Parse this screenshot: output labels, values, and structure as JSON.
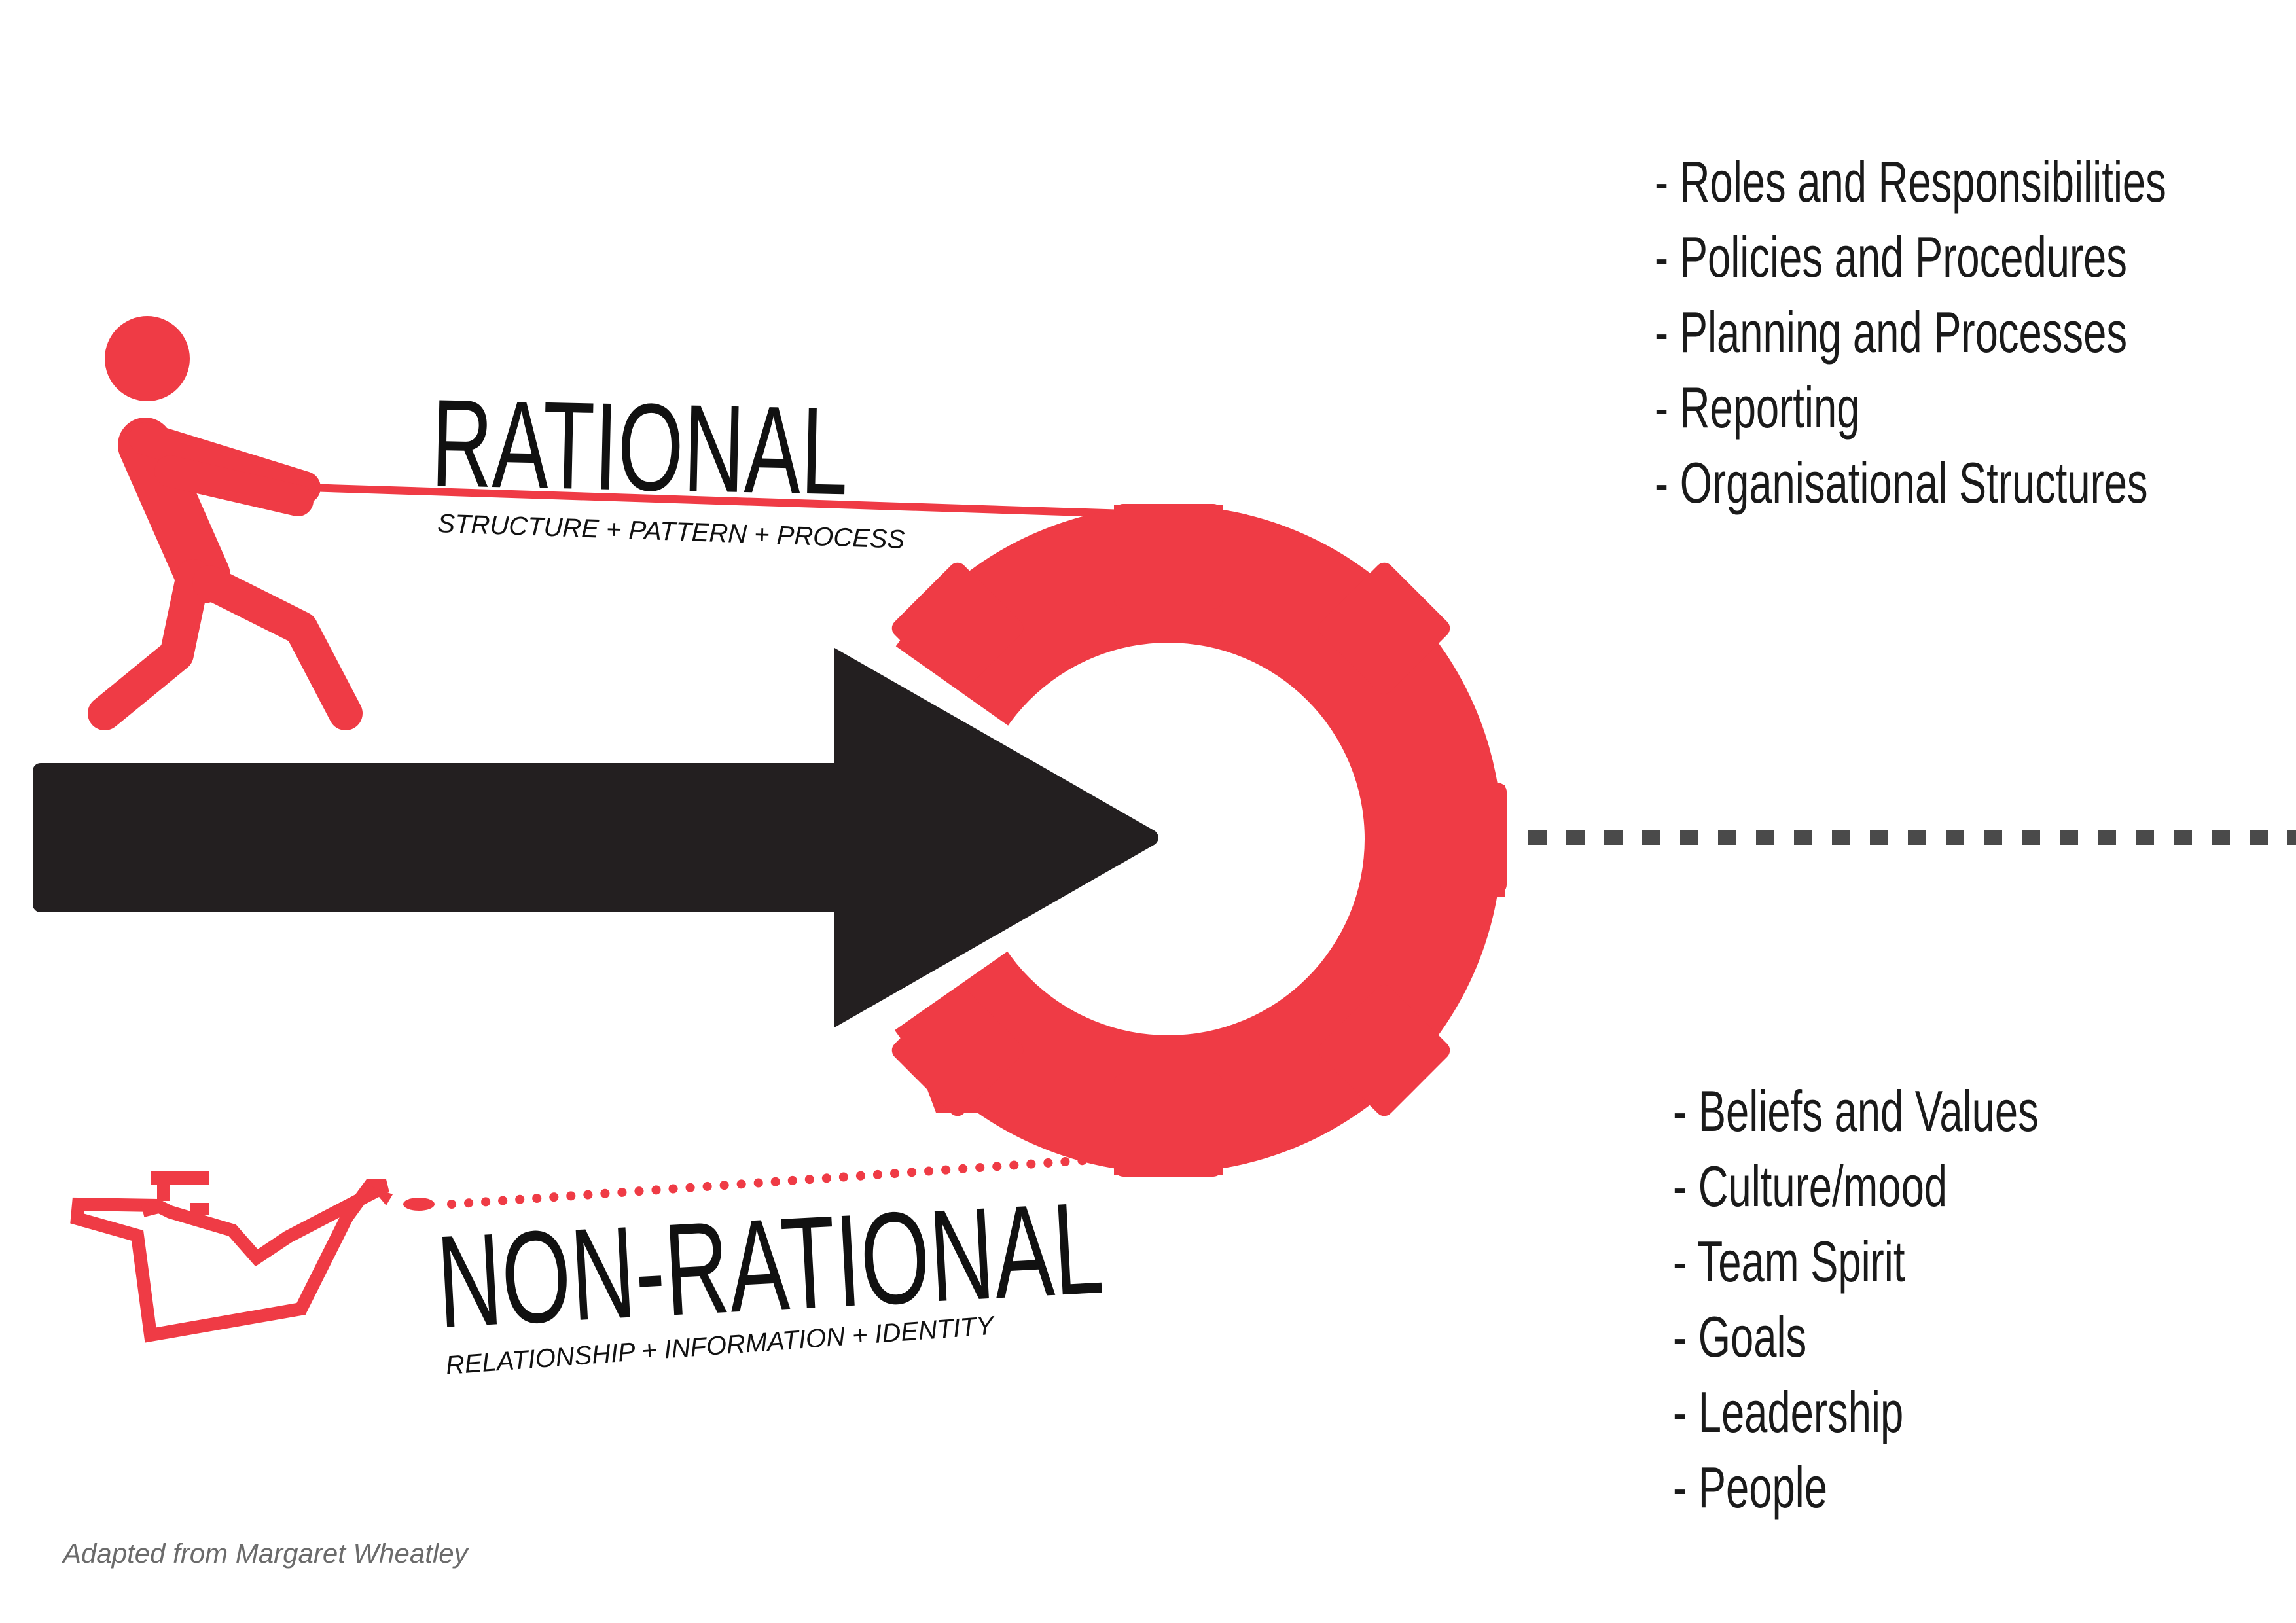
{
  "colors": {
    "accent_red": "#ef3b45",
    "arrow_black": "#231f20",
    "dash_gray": "#4a4a4a",
    "text": "#111111",
    "credit": "#6b6b6b"
  },
  "icons": {
    "rational": "person-pulling-rope-icon",
    "non_rational": "oil-can-icon",
    "center": "gear-icon",
    "flow": "arrow-right-icon"
  },
  "rational": {
    "title": "RATIONAL",
    "subtitle": "STRUCTURE + PATTERN + PROCESS",
    "items": [
      "- Roles and Responsibilities",
      "- Policies and Procedures",
      "- Planning and Processes",
      "- Reporting",
      "- Organisational Structures"
    ]
  },
  "non_rational": {
    "title": "NON-RATIONAL",
    "subtitle": "RELATIONSHIP + INFORMATION + IDENTITY",
    "items": [
      "- Beliefs and Values",
      "- Culture/mood",
      "- Team Spirit",
      "- Goals",
      "- Leadership",
      "- People"
    ]
  },
  "credit": "Adapted from Margaret Wheatley"
}
